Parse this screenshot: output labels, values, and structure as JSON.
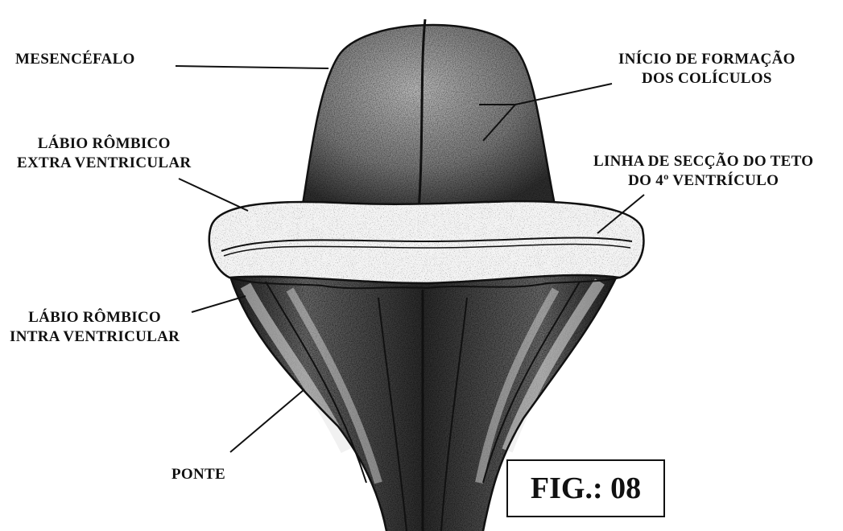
{
  "labels": {
    "mesencefalo": "MESENCÉFALO",
    "coliculos": [
      "INÍCIO DE FORMAÇÃO",
      "DOS COLÍCULOS"
    ],
    "labio_extra": [
      "LÁBIO RÔMBICO",
      "EXTRA VENTRICULAR"
    ],
    "linha_seccao": [
      "LINHA DE SECÇÃO DO TETO",
      "DO 4º VENTRÍCULO"
    ],
    "labio_intra": [
      "LÁBIO RÔMBICO",
      "INTRA VENTRICULAR"
    ],
    "ponte": "PONTE"
  },
  "figure_label": "FIG.: 08",
  "colors": {
    "ink": "#111111",
    "paper": "#ffffff",
    "shade": "#3a3a3a"
  }
}
